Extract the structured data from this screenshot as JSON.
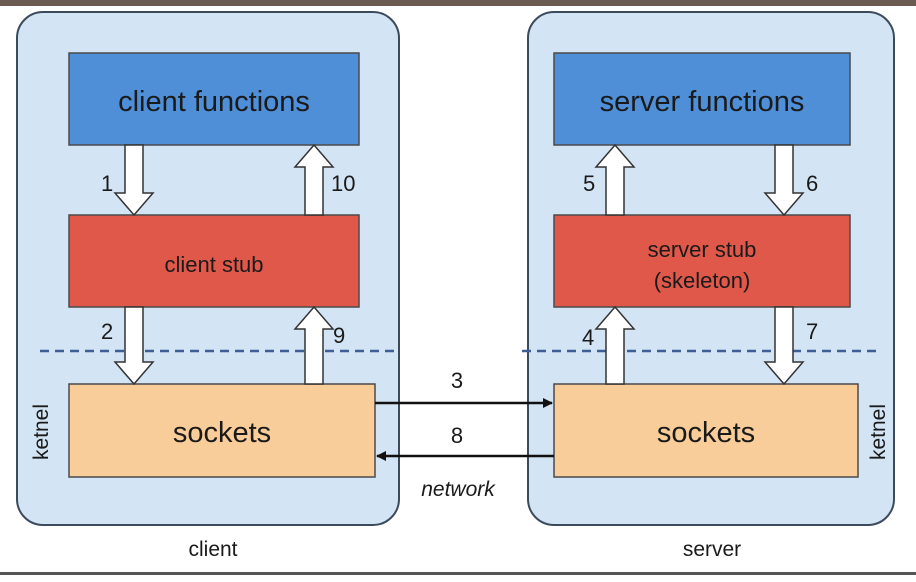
{
  "client": {
    "functions_label": "client functions",
    "stub_label": "client stub",
    "sockets_label": "sockets",
    "kernel_label": "ketnel",
    "caption": "client"
  },
  "server": {
    "functions_label": "server functions",
    "stub_label_line1": "server stub",
    "stub_label_line2": "(skeleton)",
    "sockets_label": "sockets",
    "kernel_label": "ketnel",
    "caption": "server"
  },
  "steps": {
    "s1": "1",
    "s2": "2",
    "s3": "3",
    "s4": "4",
    "s5": "5",
    "s6": "6",
    "s7": "7",
    "s8": "8",
    "s9": "9",
    "s10": "10"
  },
  "network_label": "network",
  "colors": {
    "panel_fill": "#d3e4f4",
    "panel_stroke": "#3b4a5c",
    "functions_fill": "#4f8fd8",
    "stub_fill": "#e0584a",
    "sockets_fill": "#f9cd9a",
    "dashed_line": "#3d5f93"
  }
}
